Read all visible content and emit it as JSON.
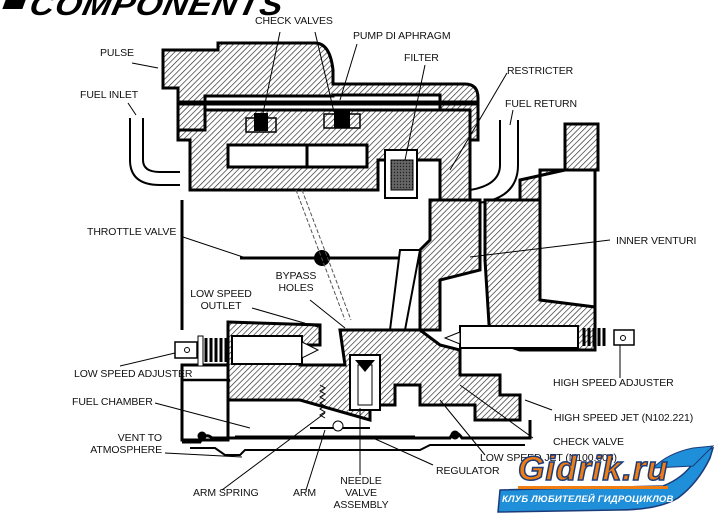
{
  "header": {
    "title": "COMPONENTS"
  },
  "labels": {
    "pulse": "PULSE",
    "check_valves": "CHECK VALVES",
    "pump_diaphragm": "PUMP DI APHRAGM",
    "filter": "FILTER",
    "restricter": "RESTRICTER",
    "fuel_inlet": "FUEL INLET",
    "fuel_return": "FUEL RETURN",
    "throttle_valve": "THROTTLE VALVE",
    "inner_venturi": "INNER VENTURI",
    "bypass_holes_1": "BYPASS",
    "bypass_holes_2": "HOLES",
    "low_speed_outlet_1": "LOW SPEED",
    "low_speed_outlet_2": "OUTLET",
    "low_speed_adjuster": "LOW SPEED ADJUSTER",
    "high_speed_adjuster": "HIGH SPEED ADJUSTER",
    "fuel_chamber": "FUEL CHAMBER",
    "high_speed_jet": "HIGH SPEED JET (N102.221)",
    "vent_1": "VENT TO",
    "vent_2": "ATMOSPHERE",
    "check_valve": "CHECK VALVE",
    "low_speed_jet": "LOW SPEED JET (N100.606)",
    "regulator": "REGULATOR",
    "arm_spring": "ARM SPRING",
    "arm": "ARM",
    "needle_1": "NEEDLE",
    "needle_2": "VALVE",
    "needle_3": "ASSEMBLY"
  },
  "watermark": {
    "name": "Gidrik.ru",
    "subtitle": "КЛУБ ЛЮБИТЕЛЕЙ ГИДРОЦИКЛОВ",
    "colors": {
      "orange": "#f07d12",
      "blue": "#1e8fd8",
      "navy": "#1b3b7a"
    }
  }
}
